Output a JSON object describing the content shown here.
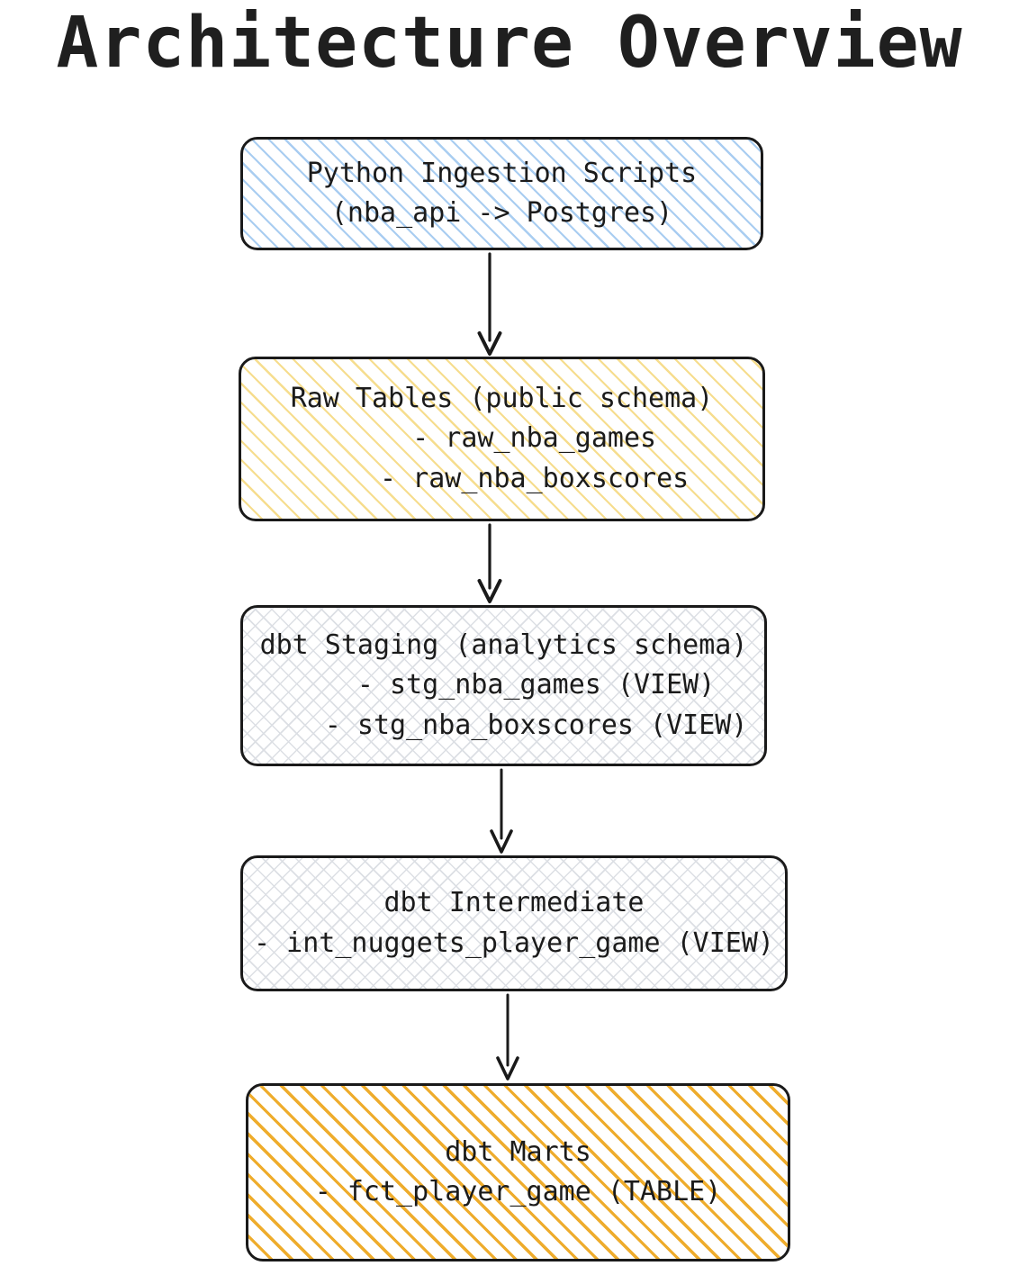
{
  "title": "Architecture Overview",
  "diagram": {
    "type": "flowchart",
    "direction": "top-to-bottom",
    "nodes": [
      {
        "id": "ingestion",
        "name": "python-ingestion-scripts",
        "label": "Python Ingestion Scripts\n(nba_api -> Postgres)",
        "fill_pattern": "diagonal-hatch",
        "pattern_color": "#a9cdf1",
        "border_color": "#1a1a1a"
      },
      {
        "id": "raw",
        "name": "raw-tables",
        "label": "Raw Tables (public schema)\n    - raw_nba_games\n    - raw_nba_boxscores",
        "fill_pattern": "diagonal-hatch",
        "pattern_color": "#f6dd8e",
        "border_color": "#1a1a1a"
      },
      {
        "id": "staging",
        "name": "dbt-staging",
        "label": "dbt Staging (analytics schema)\n    - stg_nba_games (VIEW)\n    - stg_nba_boxscores (VIEW)",
        "fill_pattern": "crosshatch",
        "pattern_color": "#dcdfe4",
        "border_color": "#1a1a1a"
      },
      {
        "id": "intermediate",
        "name": "dbt-intermediate",
        "label": "dbt Intermediate\n- int_nuggets_player_game (VIEW)",
        "fill_pattern": "crosshatch",
        "pattern_color": "#dcdfe4",
        "border_color": "#1a1a1a"
      },
      {
        "id": "marts",
        "name": "dbt-marts",
        "label": "dbt Marts\n- fct_player_game (TABLE)",
        "fill_pattern": "diagonal-hatch",
        "pattern_color": "#eeac2c",
        "border_color": "#1a1a1a"
      }
    ],
    "edges": [
      {
        "id": "edge-1",
        "from": "ingestion",
        "to": "raw",
        "style": "solid-arrow"
      },
      {
        "id": "edge-2",
        "from": "raw",
        "to": "staging",
        "style": "solid-arrow"
      },
      {
        "id": "edge-3",
        "from": "staging",
        "to": "intermediate",
        "style": "solid-arrow"
      },
      {
        "id": "edge-4",
        "from": "intermediate",
        "to": "marts",
        "style": "solid-arrow"
      }
    ]
  }
}
